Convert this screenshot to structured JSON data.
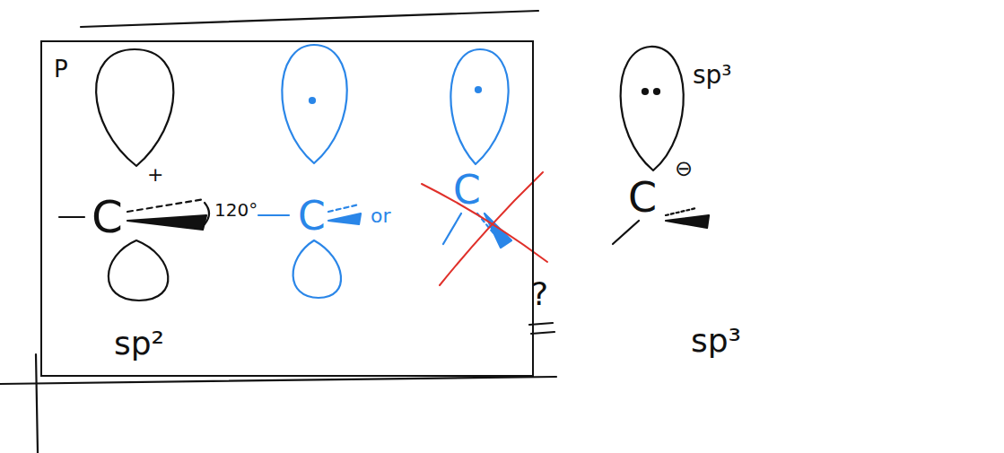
{
  "diagram": {
    "nodes": [
      {
        "text": [
          "P",
          "+",
          "C",
          "120°",
          "sp²",
          "C",
          "or"
        ]
      }
    ],
    "labels": [
      "C",
      "sp³",
      "C",
      "⊖",
      "?",
      "sp³"
    ]
  }
}
